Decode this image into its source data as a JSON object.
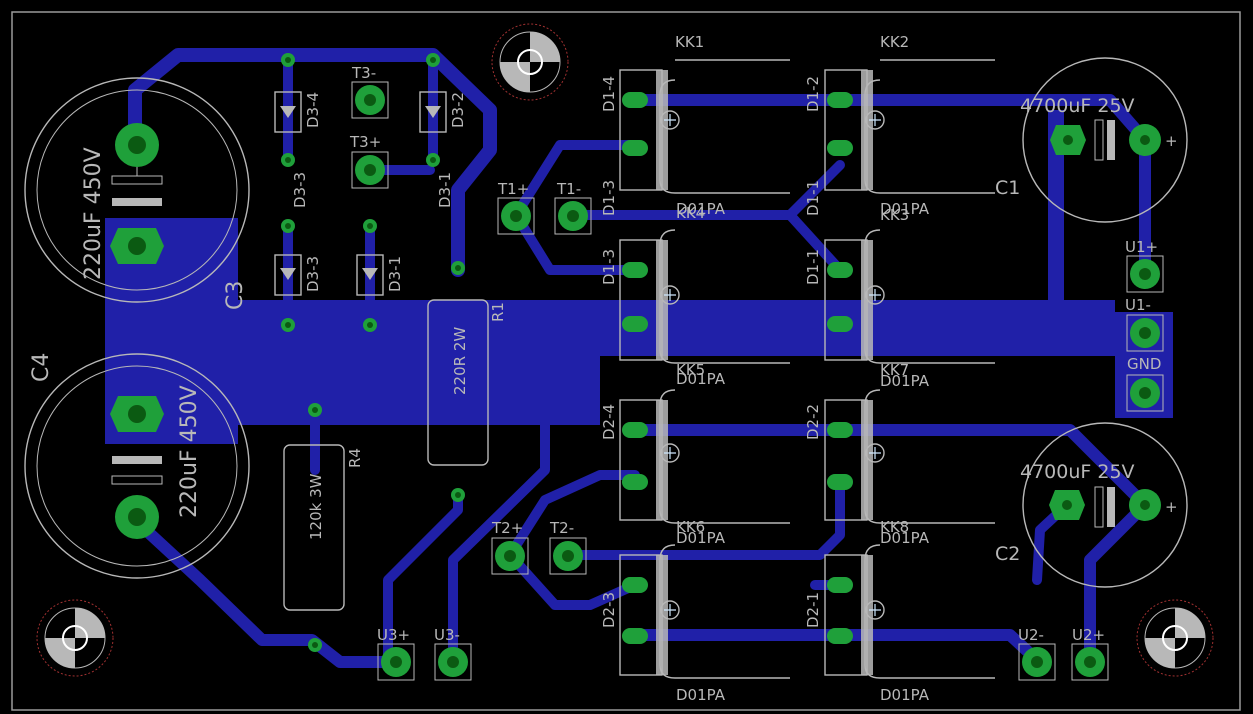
{
  "board": {
    "outline_color": "#9a9a9a",
    "trace_color": "#2020a8",
    "pad_color": "#1fa03a",
    "silk_color": "#b8b8b8",
    "background": "#000000"
  },
  "capacitors": {
    "c3": {
      "name": "C3",
      "value": "220uF 450V"
    },
    "c4": {
      "name": "C4",
      "value": "220uF 450V"
    },
    "c1": {
      "name": "C1",
      "value": "4700uF 25V"
    },
    "c2": {
      "name": "C2",
      "value": "4700uF 25V"
    }
  },
  "resistors": {
    "r1": {
      "name": "R1",
      "value": "220R 2W"
    },
    "r4": {
      "name": "R4",
      "value": "120k 3W"
    }
  },
  "diodes": {
    "d3_4": "D3-4",
    "d3_2": "D3-2",
    "d3_3a": "D3-3",
    "d3_1a": "D3-1",
    "d3_3b": "D3-3",
    "d3_1b": "D3-1"
  },
  "rectifiers": {
    "kk1": {
      "name": "KK1",
      "pkg": "D01PA",
      "pin_a": "D1-4",
      "pin_b": "D1-3"
    },
    "kk2": {
      "name": "KK2",
      "pkg": "D01PA",
      "pin_a": "D1-2",
      "pin_b": "D1-1"
    },
    "kk4": {
      "name": "KK4",
      "pkg": "D01PA",
      "pin_a": "D1-3"
    },
    "kk3": {
      "name": "KK3",
      "pkg": "D01PA",
      "pin_a": "D1-1"
    },
    "kk5": {
      "name": "KK5",
      "pkg": "D01PA",
      "pin_a": "D2-4"
    },
    "kk7": {
      "name": "KK7",
      "pkg": "D01PA",
      "pin_a": "D2-2"
    },
    "kk6": {
      "name": "KK6",
      "pkg": "D01PA",
      "pin_a": "D2-3"
    },
    "kk8": {
      "name": "KK8",
      "pkg": "D01PA",
      "pin_a": "D2-1"
    }
  },
  "terminals": {
    "t3m": "T3-",
    "t3p": "T3+",
    "t1p": "T1+",
    "t1m": "T1-",
    "t2p": "T2+",
    "t2m": "T2-",
    "u1p": "U1+",
    "u1m": "U1-",
    "gnd": "GND",
    "u2m": "U2-",
    "u2p": "U2+",
    "u3p": "U3+",
    "u3m": "U3-"
  },
  "icons": [
    "mounting-hole-icon",
    "via-pad-icon",
    "diode-symbol-icon",
    "capacitor-symbol-icon"
  ]
}
